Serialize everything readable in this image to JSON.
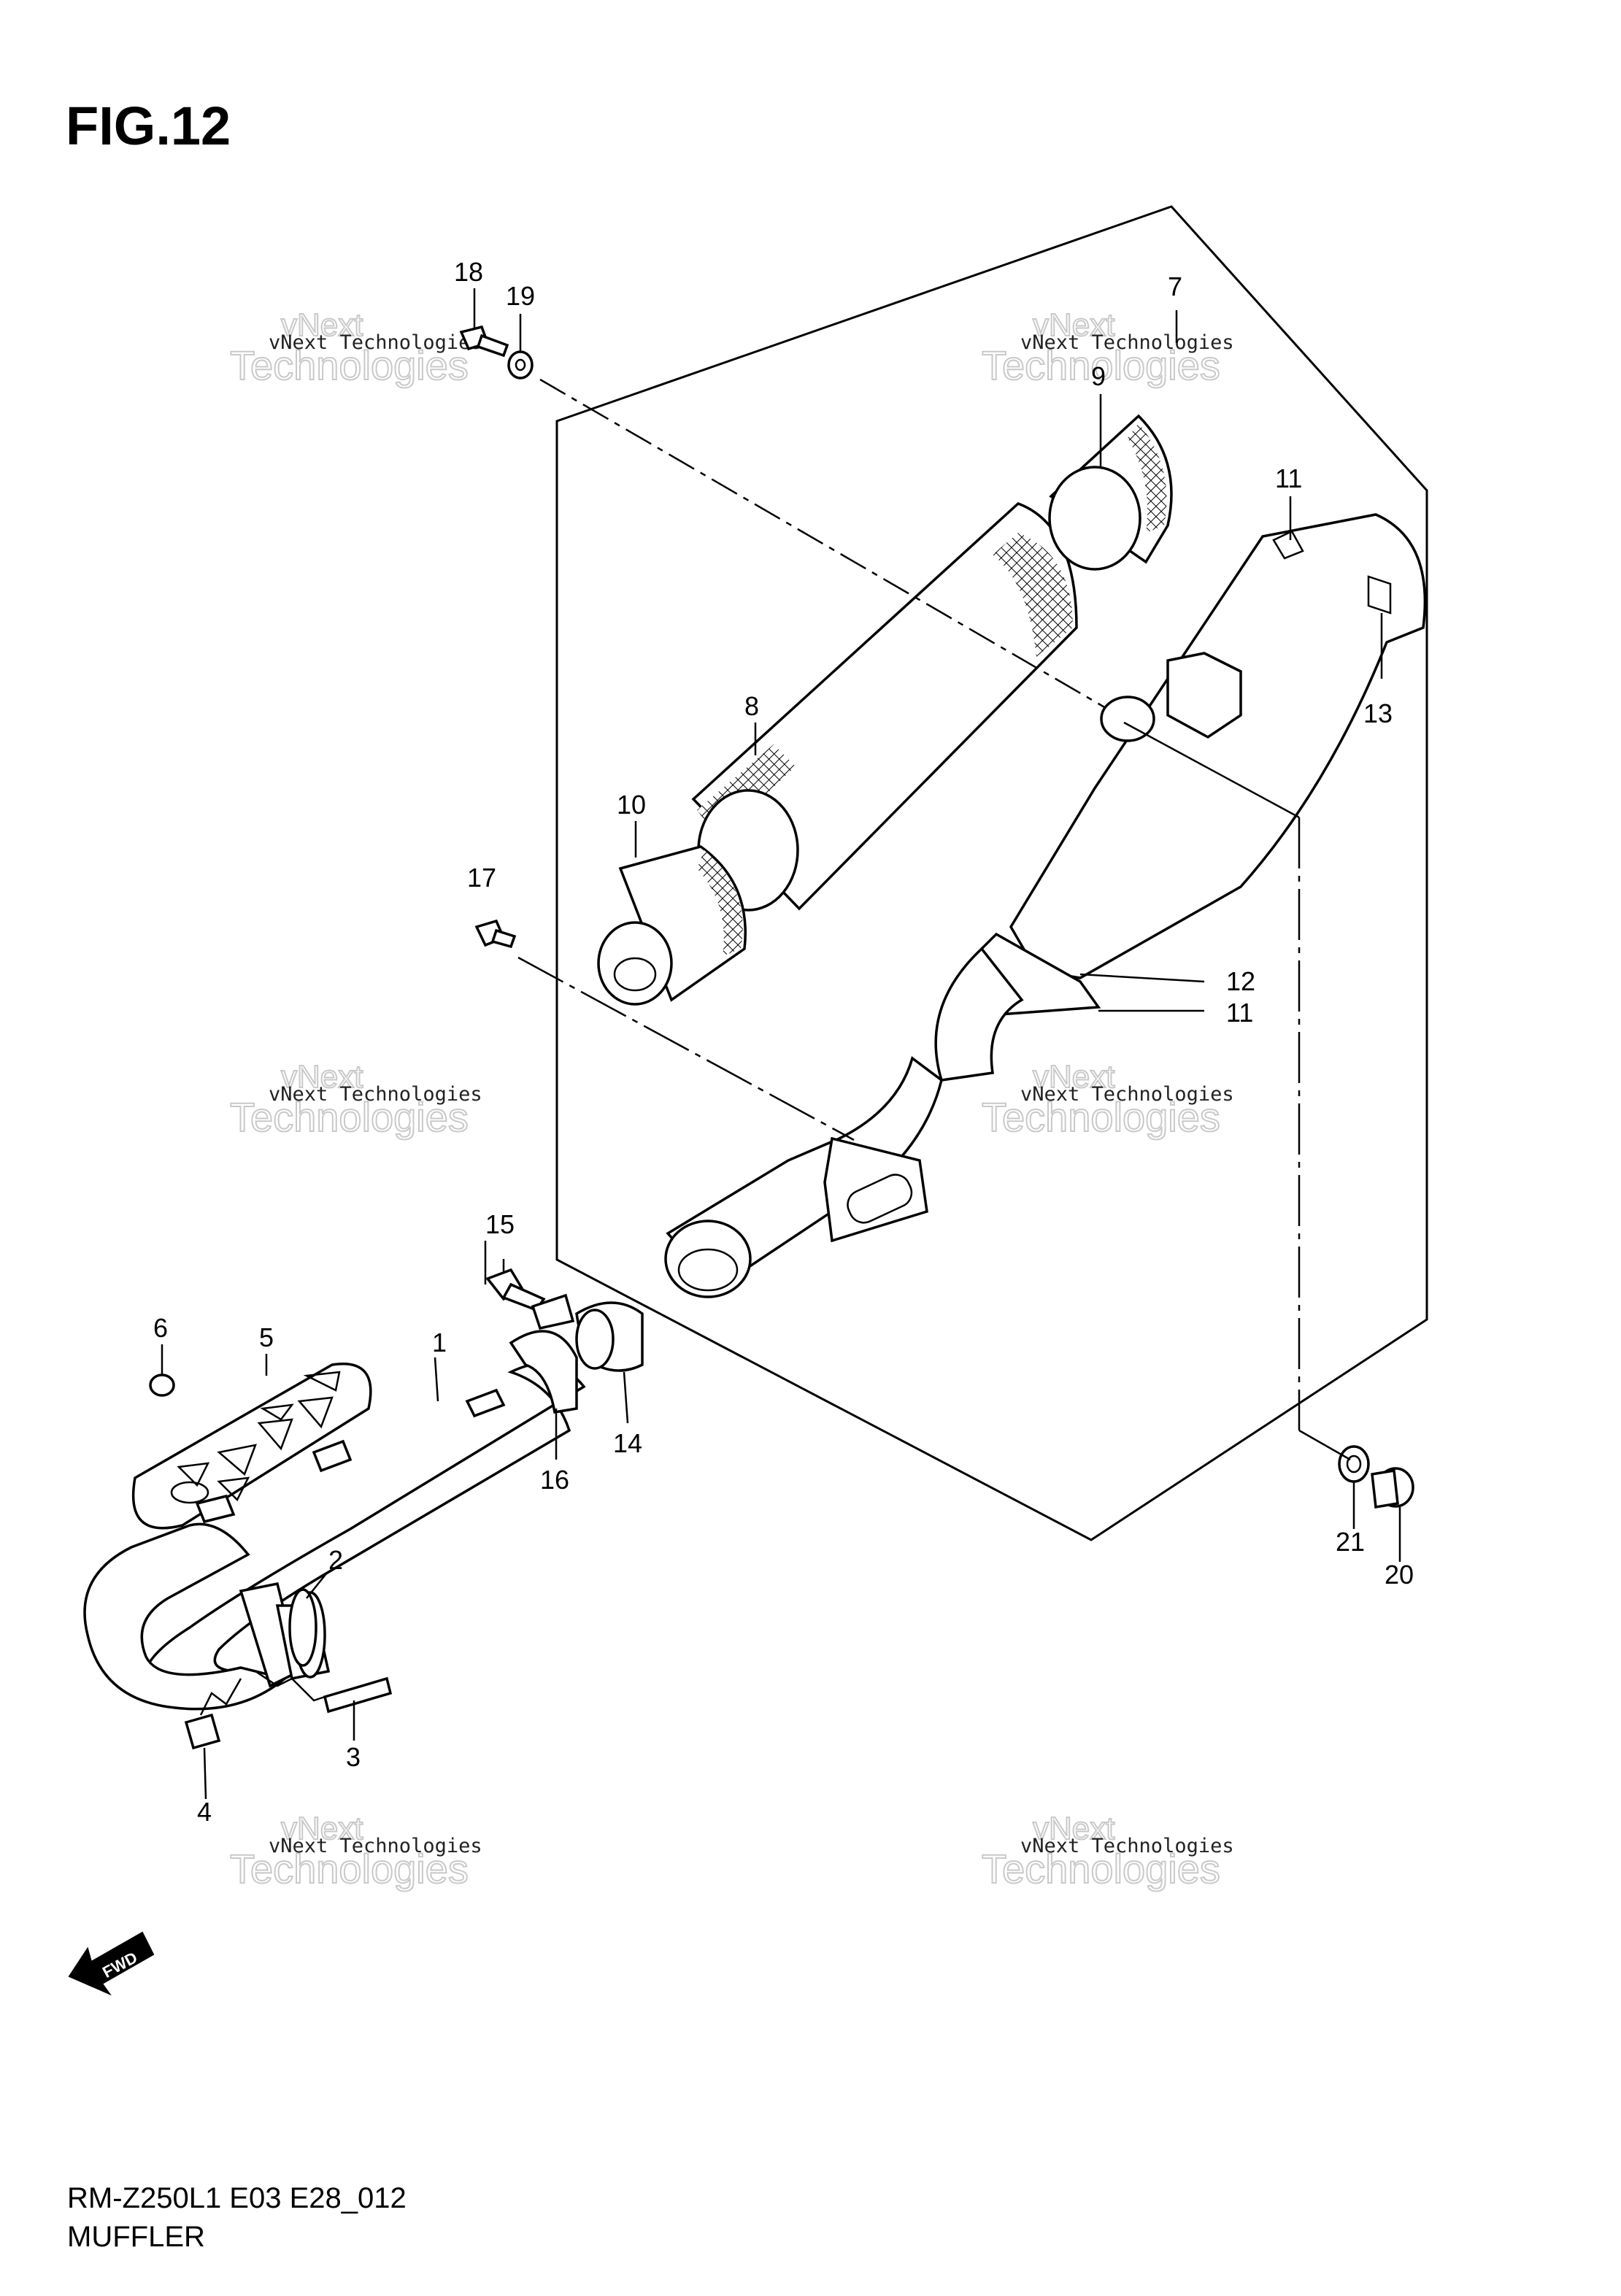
{
  "figure": {
    "title": "FIG.12",
    "model_code": "RM-Z250L1  E03  E28_012",
    "section_name": "MUFFLER"
  },
  "callouts": [
    {
      "id": "1",
      "label": "1"
    },
    {
      "id": "2",
      "label": "2"
    },
    {
      "id": "3",
      "label": "3"
    },
    {
      "id": "4",
      "label": "4"
    },
    {
      "id": "5",
      "label": "5"
    },
    {
      "id": "6",
      "label": "6"
    },
    {
      "id": "7",
      "label": "7"
    },
    {
      "id": "8",
      "label": "8"
    },
    {
      "id": "9",
      "label": "9"
    },
    {
      "id": "10",
      "label": "10"
    },
    {
      "id": "11a",
      "label": "11"
    },
    {
      "id": "11b",
      "label": "11"
    },
    {
      "id": "12",
      "label": "12"
    },
    {
      "id": "13",
      "label": "13"
    },
    {
      "id": "14",
      "label": "14"
    },
    {
      "id": "15",
      "label": "15"
    },
    {
      "id": "16",
      "label": "16"
    },
    {
      "id": "17",
      "label": "17"
    },
    {
      "id": "18",
      "label": "18"
    },
    {
      "id": "19",
      "label": "19"
    },
    {
      "id": "20",
      "label": "20"
    },
    {
      "id": "21",
      "label": "21"
    }
  ],
  "fwd_label": "FWD",
  "watermark": {
    "line1": "vNext Technologies",
    "line2": "vNext",
    "line3": "Technologies"
  }
}
